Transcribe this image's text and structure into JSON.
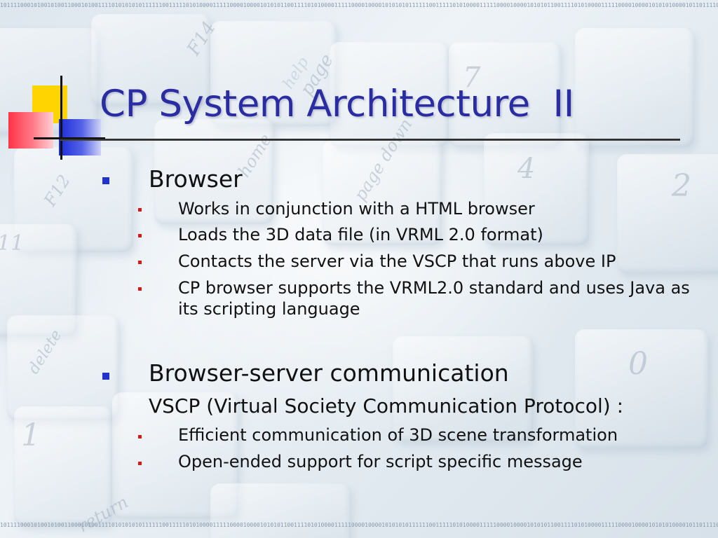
{
  "slide": {
    "title": "CP System Architecture  II",
    "binary_strip": "1011110001010010100110001010011110101010101111110011111010100001111100001000010101011001111010100001111100001000010101010111111001111101010000111110000100001010101100111101010000111110000100001010101000010110111100010100101001100010100111101010101011111100111110101000011111000010000101010110011110101000011111000010000101010101111110011111010100001111100001000010101",
    "sections": [
      {
        "heading": "Browser",
        "items": [
          "Works in conjunction with a HTML browser",
          "Loads the 3D data file (in VRML 2.0 format)",
          "Contacts the server via the VSCP that runs above IP",
          "CP browser supports the VRML2.0 standard and uses Java as its scripting language"
        ]
      },
      {
        "heading": "Browser-server communication",
        "subheading": "VSCP (Virtual Society Communication Protocol) :",
        "items": [
          "Efficient communication of 3D scene transformation",
          "Open-ended support for script specific message"
        ]
      }
    ],
    "background_key_labels": [
      "F14",
      "page",
      "home",
      "F12",
      "help",
      "page down",
      "7",
      "4",
      "2",
      "11",
      "delete",
      "0",
      "1",
      "return"
    ],
    "colors": {
      "title": "#2a2ca2",
      "bullet_level1": "#2233cc",
      "bullet_level2": "#d21a1a",
      "logo_yellow": "#ffd400",
      "logo_red": "#ff3348",
      "logo_blue": "#1b2bd6"
    }
  }
}
